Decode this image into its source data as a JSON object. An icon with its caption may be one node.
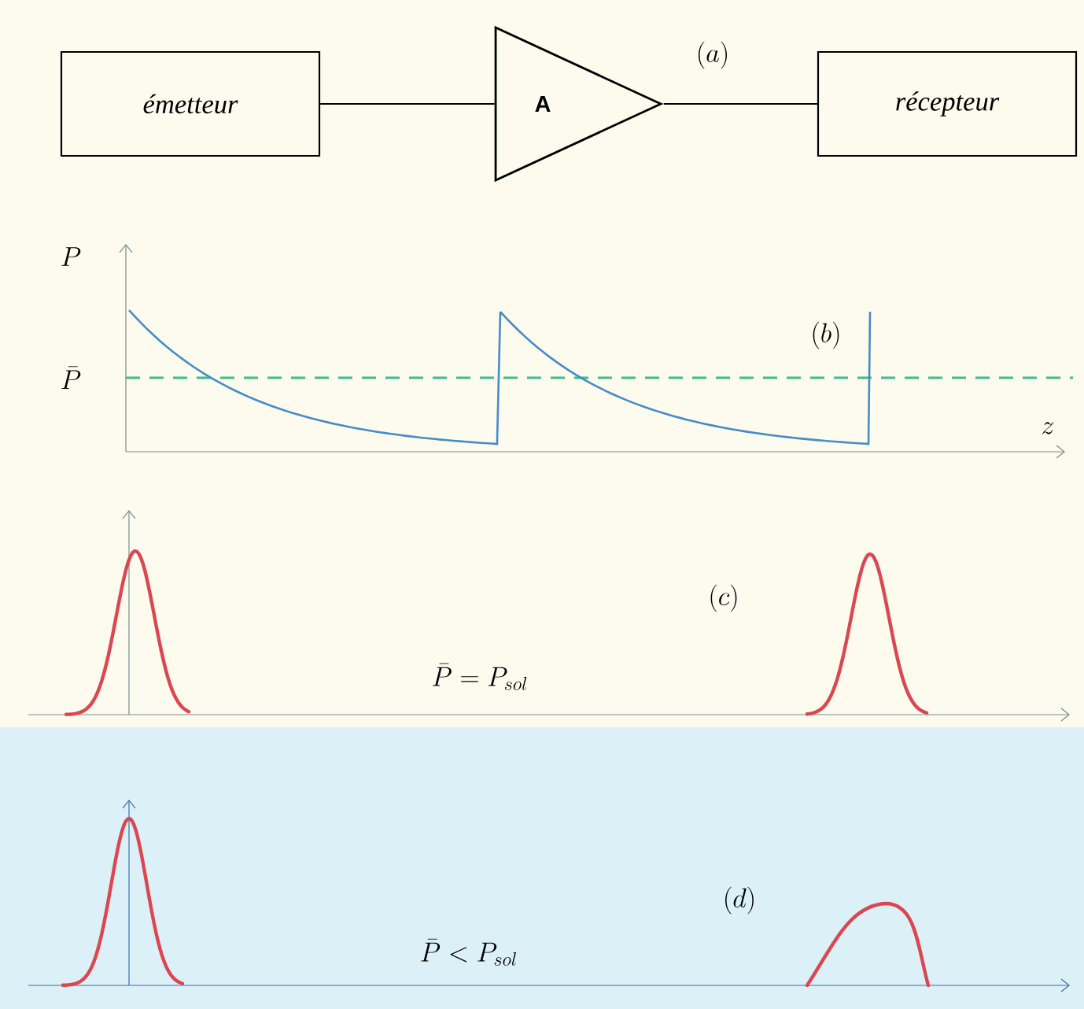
{
  "diagram": {
    "nodes": [
      {
        "text": [
          "émetteur"
        ]
      },
      {
        "text": [
          "A"
        ]
      },
      {
        "text": [
          "récepteur"
        ]
      }
    ],
    "edges": [
      {
        "from": 0,
        "to": 1,
        "arrow": "none"
      },
      {
        "from": 1,
        "to": 2,
        "arrow": "none"
      }
    ],
    "labels": [
      "(a)",
      "P",
      "\\bar{P}",
      "(b)",
      "z",
      "(c)",
      "\\bar{P} = P_{sol}",
      "(d)",
      "\\bar{P} < P_{sol}"
    ]
  }
}
